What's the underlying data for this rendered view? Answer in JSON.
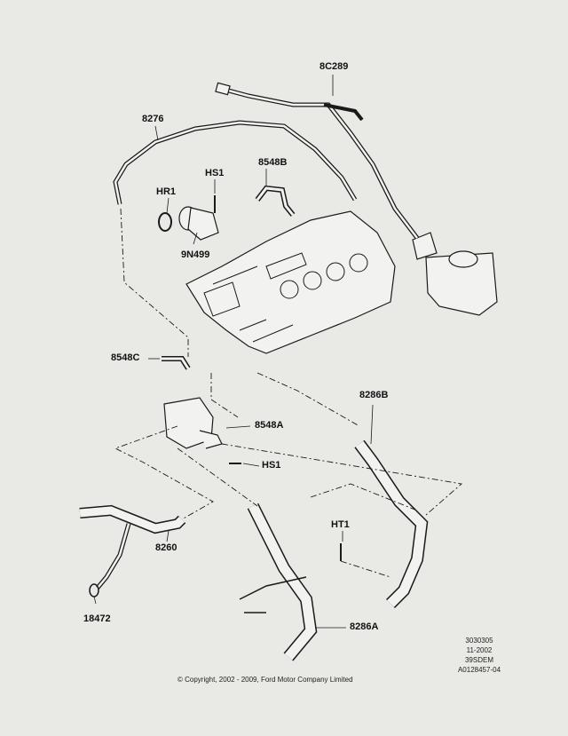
{
  "labels": {
    "p8C289": "8C289",
    "p8276": "8276",
    "pHS1_top": "HS1",
    "pHR1": "HR1",
    "p8548B": "8548B",
    "p9N499": "9N499",
    "p8548C": "8548C",
    "p8286B": "8286B",
    "p8548A": "8548A",
    "pHS1_mid": "HS1",
    "pHT1": "HT1",
    "p8260": "8260",
    "p18472": "18472",
    "p8286A": "8286A"
  },
  "copyright": "© Copyright, 2002 - 2009, Ford Motor Company Limited",
  "stamp": [
    "3030305",
    "11-2002",
    "39SDEM",
    "A0128457-04"
  ],
  "colors": {
    "line": "#1a1a1a",
    "background": "#e9e9e6",
    "part_fill": "#f2f2f0"
  }
}
